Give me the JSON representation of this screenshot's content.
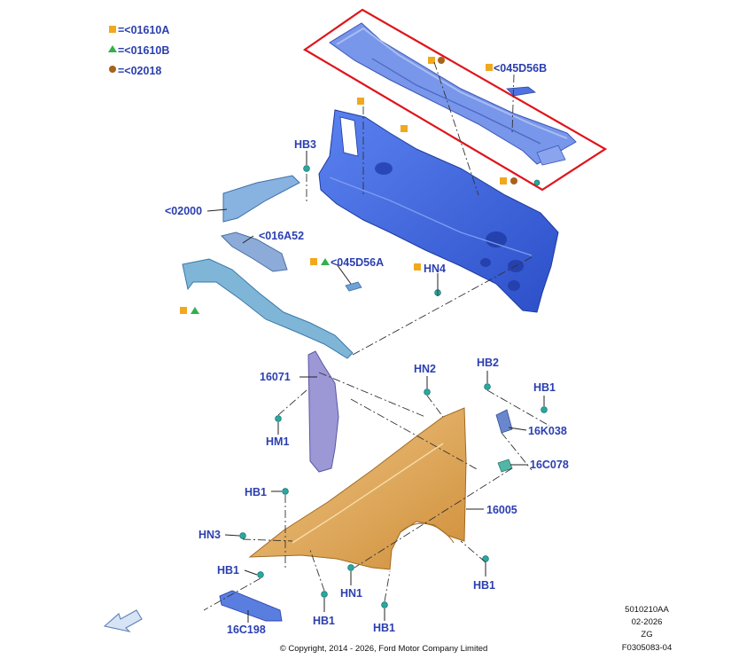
{
  "legend": [
    {
      "symbol": "square",
      "color": "#f2a81d",
      "text": "=<01610A"
    },
    {
      "symbol": "triangle",
      "color": "#2fb24a",
      "text": "=<01610B"
    },
    {
      "symbol": "circle",
      "color": "#a8621a",
      "text": "=<02018"
    }
  ],
  "labels": {
    "p045D56B_top": "<045D56B",
    "HB3": "HB3",
    "p02000": "<02000",
    "p016A52": "<016A52",
    "p045D56A": "<045D56A",
    "HN4": "HN4",
    "p16071": "16071",
    "HN2": "HN2",
    "HB2": "HB2",
    "HB1_right": "HB1",
    "p16K038": "16K038",
    "HM1": "HM1",
    "p16C078": "16C078",
    "HB1_upper_left": "HB1",
    "p16005": "16005",
    "HN3": "HN3",
    "HB1_lower_left": "HB1",
    "HN1": "HN1",
    "HB1_bottom_right": "HB1",
    "HB1_bottom_mid": "HB1",
    "HB1_bottom": "HB1",
    "p16C198": "16C198"
  },
  "info": {
    "line1": "5010210AA",
    "line2": "02-2026",
    "line3": "ZG",
    "line4": "F0305083-04"
  },
  "copyright": "© Copyright, 2014 - 2026, Ford Motor Company Limited",
  "colors": {
    "label_text": "#2b3fb0",
    "cowl_panel": "#3f6ae0",
    "upper_cowl": "#6d8fe8",
    "brackets": "#7ab0de",
    "fender": "#e2a955",
    "insulator": "#9c98d6",
    "clips": "#2aa8a0",
    "highlight_box": "#e0141b"
  }
}
